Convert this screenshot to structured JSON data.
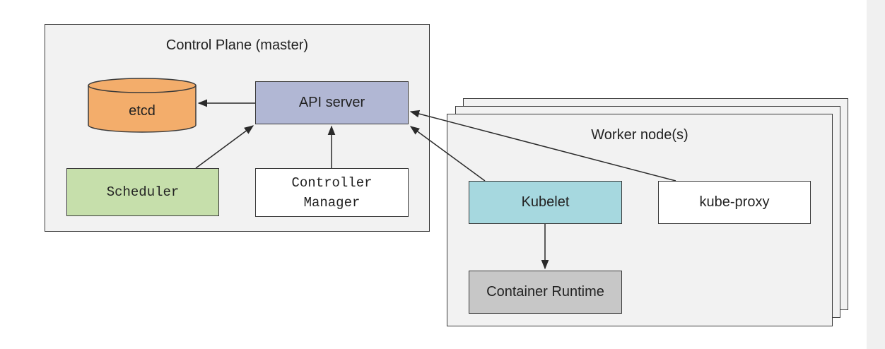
{
  "control_plane": {
    "title": "Control Plane (master)",
    "etcd_label": "etcd",
    "api_server_label": "API server",
    "scheduler_label": "Scheduler",
    "controller_manager_label": "Controller\nManager"
  },
  "worker": {
    "title": "Worker node(s)",
    "kubelet_label": "Kubelet",
    "kube_proxy_label": "kube-proxy",
    "container_runtime_label": "Container Runtime"
  },
  "colors": {
    "etcd": "#f3ad6b",
    "api_server": "#b1b7d4",
    "scheduler": "#c6dfab",
    "controller_manager": "#ffffff",
    "kubelet": "#a6d8df",
    "kube_proxy": "#ffffff",
    "container_runtime": "#c7c7c7",
    "panel": "#f2f2f2"
  }
}
